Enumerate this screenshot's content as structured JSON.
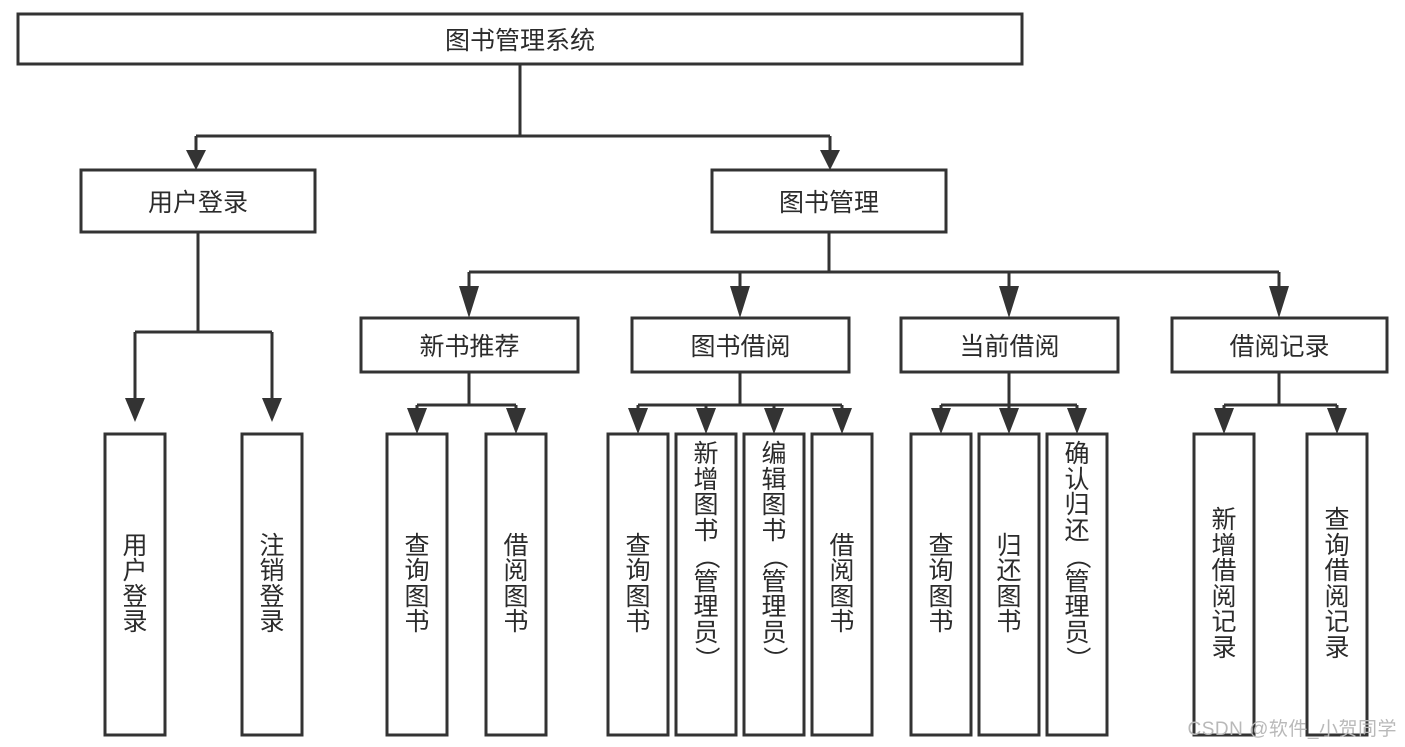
{
  "diagram": {
    "type": "org-chart",
    "title": "图书管理系统",
    "watermark": "CSDN @软件_小贺同学",
    "colors": {
      "background": "#ffffff",
      "stroke": "#333333",
      "text": "#2b2b2b",
      "watermark": "#b9b9b9"
    },
    "root": {
      "id": "root",
      "label": "图书管理系统"
    },
    "level1": [
      {
        "id": "user-login",
        "label": "用户登录"
      },
      {
        "id": "book-manage",
        "label": "图书管理"
      }
    ],
    "level2": [
      {
        "id": "new-book-recommend",
        "label": "新书推荐",
        "parent": "book-manage"
      },
      {
        "id": "book-borrow",
        "label": "图书借阅",
        "parent": "book-manage"
      },
      {
        "id": "current-borrow",
        "label": "当前借阅",
        "parent": "book-manage"
      },
      {
        "id": "borrow-record",
        "label": "借阅记录",
        "parent": "book-manage"
      }
    ],
    "leaves": [
      {
        "id": "leaf-user-login",
        "label": "用户登录",
        "parent": "user-login"
      },
      {
        "id": "leaf-logout-login",
        "label": "注销登录",
        "parent": "user-login"
      },
      {
        "id": "leaf-query-book-1",
        "label": "查询图书",
        "parent": "new-book-recommend"
      },
      {
        "id": "leaf-borrow-book-1",
        "label": "借阅图书",
        "parent": "new-book-recommend"
      },
      {
        "id": "leaf-query-book-2",
        "label": "查询图书",
        "parent": "book-borrow"
      },
      {
        "id": "leaf-add-book",
        "label": "新增图书（管理员）",
        "parent": "book-borrow"
      },
      {
        "id": "leaf-edit-book",
        "label": "编辑图书（管理员）",
        "parent": "book-borrow"
      },
      {
        "id": "leaf-borrow-book-2",
        "label": "借阅图书",
        "parent": "book-borrow"
      },
      {
        "id": "leaf-query-book-3",
        "label": "查询图书",
        "parent": "current-borrow"
      },
      {
        "id": "leaf-return-book",
        "label": "归还图书",
        "parent": "current-borrow"
      },
      {
        "id": "leaf-confirm-return",
        "label": "确认归还（管理员）",
        "parent": "current-borrow"
      },
      {
        "id": "leaf-add-record",
        "label": "新增借阅记录",
        "parent": "borrow-record"
      },
      {
        "id": "leaf-query-record",
        "label": "查询借阅记录",
        "parent": "borrow-record"
      }
    ]
  }
}
